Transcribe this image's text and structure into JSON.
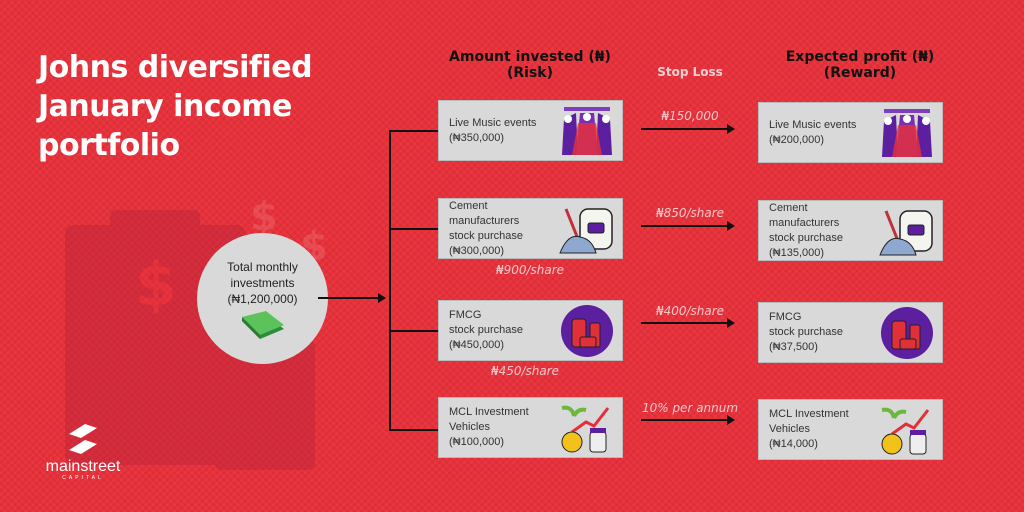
{
  "title": [
    "Johns diversified",
    "January income",
    "portfolio"
  ],
  "headers": {
    "amount": "Amount invested (₦)",
    "risk": "(Risk)",
    "stop_loss": "Stop Loss",
    "profit": "Expected profit (₦)",
    "reward": "(Reward)"
  },
  "total": {
    "line1": "Total monthly",
    "line2": "investments",
    "amount": "(₦1,200,000)"
  },
  "rows": [
    {
      "invest_lines": [
        "Live Music events",
        "(₦350,000)"
      ],
      "stop_loss": "₦150,000",
      "profit_lines": [
        "Live Music events",
        "(₦200,000)"
      ],
      "icon": "stage-lights-icon"
    },
    {
      "invest_lines": [
        "Cement manufacturers",
        "stock purchase",
        "(₦300,000)"
      ],
      "stop_loss": "₦850/share",
      "below": "₦900/share",
      "profit_lines": [
        "Cement manufacturers",
        "stock purchase",
        "(₦135,000)"
      ],
      "icon": "cement-bag-icon"
    },
    {
      "invest_lines": [
        "FMCG",
        "stock purchase",
        "(₦450,000)"
      ],
      "stop_loss": "₦400/share",
      "below": "₦450/share",
      "profit_lines": [
        "FMCG",
        "stock purchase",
        "(₦37,500)"
      ],
      "icon": "consumer-goods-icon"
    },
    {
      "invest_lines": [
        "MCL Investment",
        "Vehicles",
        "(₦100,000)"
      ],
      "stop_loss": "10% per annum",
      "profit_lines": [
        "MCL Investment",
        "Vehicles",
        "(₦14,000)"
      ],
      "icon": "investment-growth-icon"
    }
  ],
  "logo": {
    "name": "mainstreet",
    "sub": "CAPITAL"
  },
  "colors": {
    "background": "#e8303a",
    "box": "#d9d9d9",
    "purple": "#5b1fa0"
  }
}
